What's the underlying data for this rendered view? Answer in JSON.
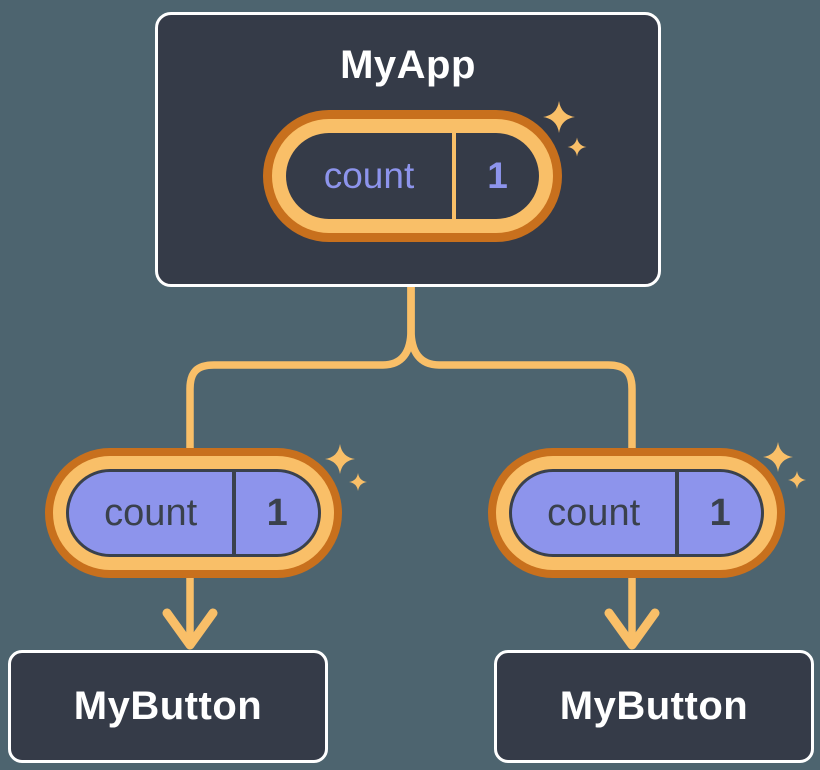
{
  "diagram": {
    "parent": {
      "title": "MyApp",
      "state": {
        "name": "count",
        "value": "1"
      }
    },
    "children": [
      {
        "title": "MyButton",
        "prop": {
          "name": "count",
          "value": "1"
        }
      },
      {
        "title": "MyButton",
        "prop": {
          "name": "count",
          "value": "1"
        }
      }
    ]
  },
  "icons": {
    "sparkle": "sparkle-icon",
    "arrow": "arrow-down-icon"
  },
  "colors": {
    "background": "#4d646f",
    "card_fill": "#353b48",
    "card_border": "#ffffff",
    "accent_orange": "#f9bf68",
    "accent_orange_dark": "#c8701d",
    "purple": "#8d94ec",
    "dark_ink": "#3a414c",
    "white_text": "#ffffff"
  }
}
